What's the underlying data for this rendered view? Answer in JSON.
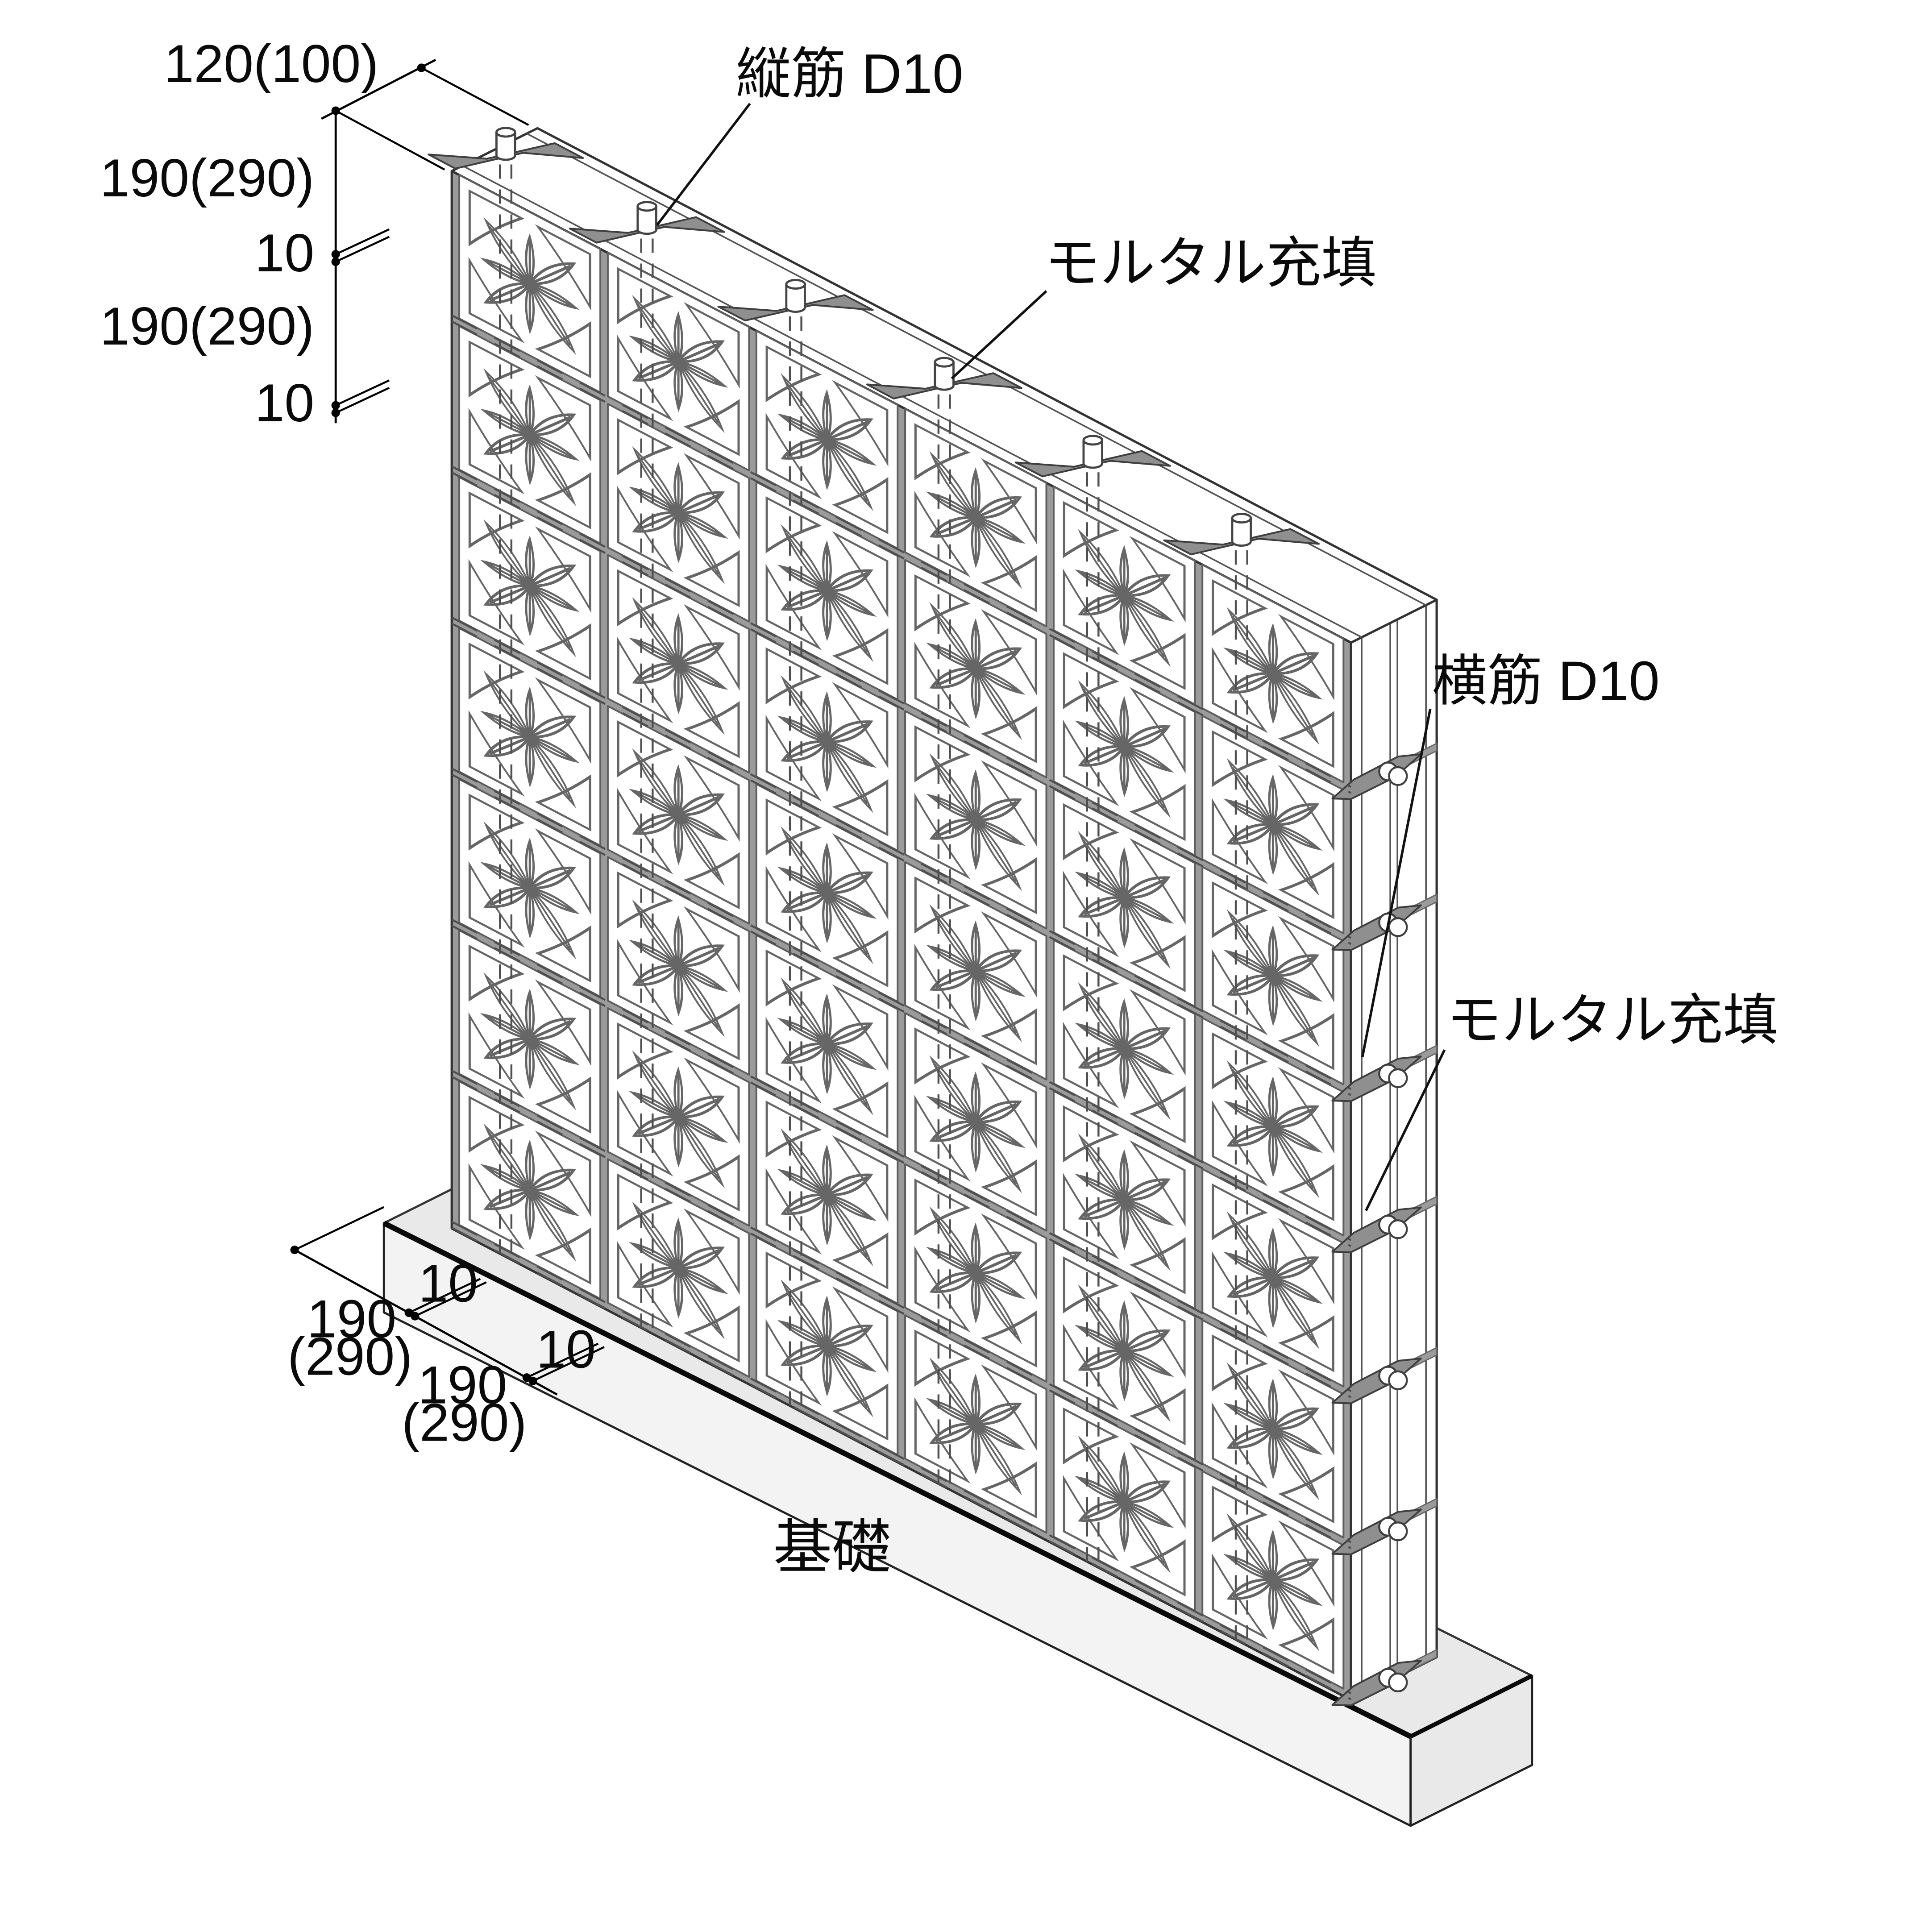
{
  "labels": {
    "vertical_rebar": "縦筋 D10",
    "mortar_fill_top": "モルタル充填",
    "horizontal_rebar": "横筋 D10",
    "mortar_fill_right": "モルタル充填",
    "foundation": "基礎"
  },
  "dimensions": {
    "thickness": "120(100)",
    "left_chain": [
      {
        "label": "190(290)"
      },
      {
        "label": "10"
      },
      {
        "label": "190(290)"
      },
      {
        "label": "10"
      }
    ],
    "bottom_chain": [
      {
        "label": "190",
        "sub": "(290)"
      },
      {
        "label": "10"
      },
      {
        "label": "190",
        "sub": "(290)"
      },
      {
        "label": "10"
      }
    ]
  },
  "wall": {
    "columns": 6,
    "rows": 7,
    "block_mm": 190,
    "joint_mm": 10,
    "thickness_mm": 120,
    "vertical_rebar_count": 6,
    "horizontal_rebar_levels": 7
  },
  "colors": {
    "mortar": "#9b9b9b",
    "fitting": "#8f8f8f",
    "block_face": "#ffffff",
    "block_line": "#5f5f5f",
    "outline": "#333333",
    "hidden_line": "#4f4f4f",
    "leader": "#111111",
    "foundation_top": "#e9e9e9",
    "foundation_front": "#f3f3f3",
    "foundation_side": "#e9e9e9"
  }
}
